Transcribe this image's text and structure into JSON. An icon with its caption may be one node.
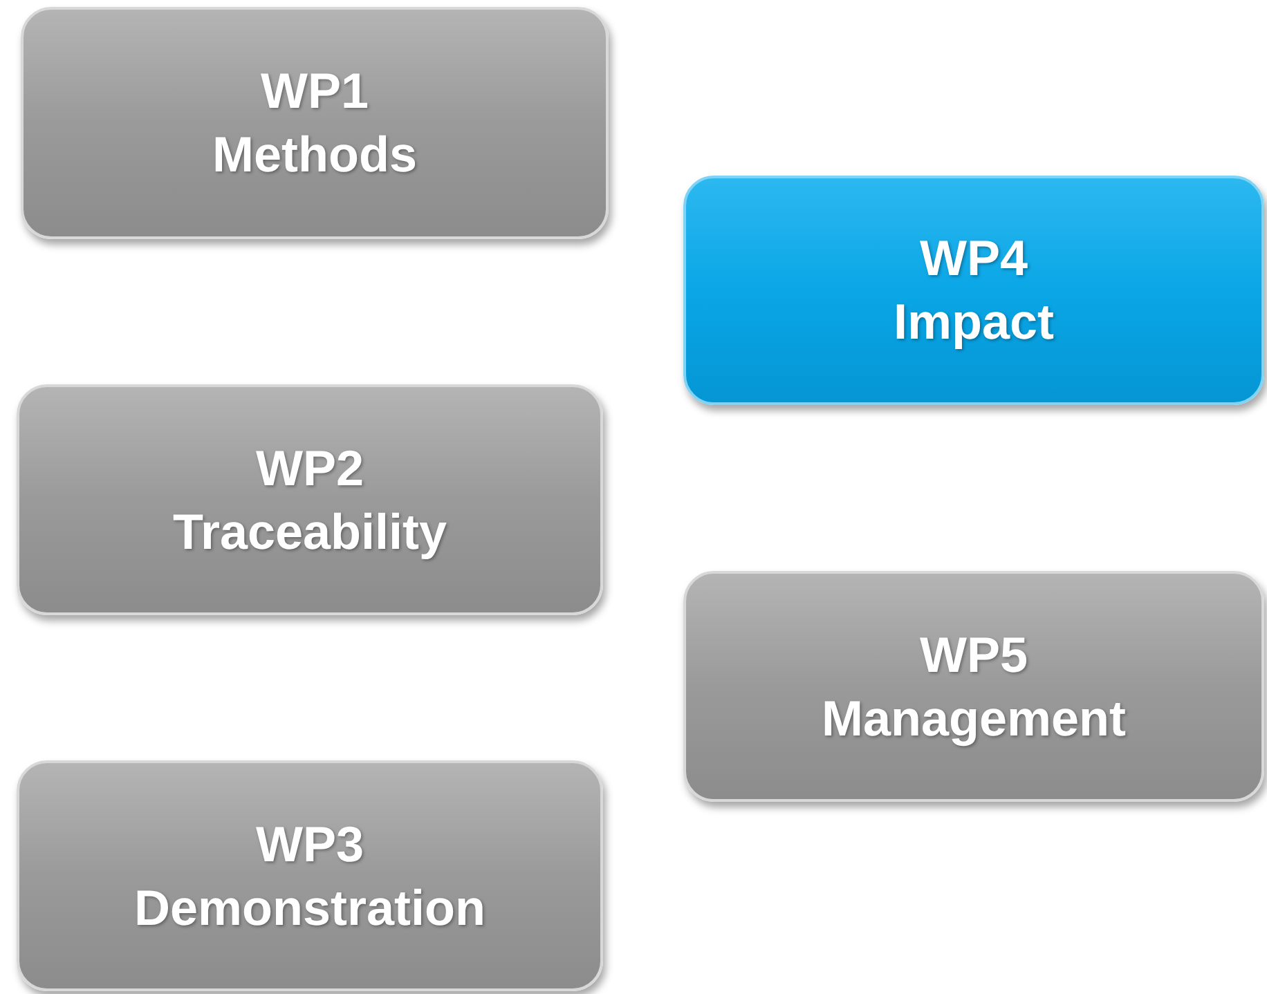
{
  "diagram": {
    "nodes": [
      {
        "text": [
          "WP1",
          "Methods"
        ]
      },
      {
        "text": [
          "WP2",
          "Traceability"
        ]
      },
      {
        "text": [
          "WP3",
          "Demonstration"
        ]
      },
      {
        "text": [
          "WP4",
          "Impact"
        ]
      },
      {
        "text": [
          "WP5",
          "Management"
        ]
      }
    ]
  }
}
